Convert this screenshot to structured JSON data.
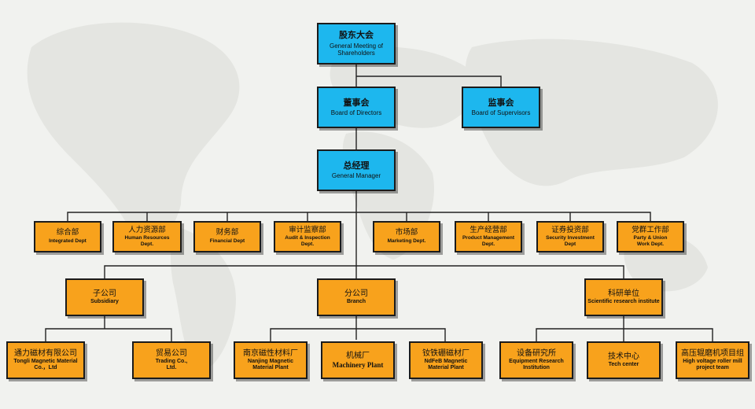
{
  "org_chart": {
    "shareholders": {
      "zh": "股东大会",
      "en": "General Meeting of Shareholders"
    },
    "board_directors": {
      "zh": "董事会",
      "en": "Board of Directors"
    },
    "board_supervisors": {
      "zh": "监事会",
      "en": "Board of Supervisors"
    },
    "general_manager": {
      "zh": "总经理",
      "en": "General Manager"
    },
    "departments": [
      {
        "zh": "综合部",
        "en": "Integrated Dept"
      },
      {
        "zh": "人力资源部",
        "en": "Human Resources Dept."
      },
      {
        "zh": "财务部",
        "en": "Financial Dept"
      },
      {
        "zh": "审计监察部",
        "en": "Audit & Inspection Dept."
      },
      {
        "zh": "市场部",
        "en": "Marketing Dept."
      },
      {
        "zh": "生产经营部",
        "en": "Product Management Dept."
      },
      {
        "zh": "证券投资部",
        "en": "Security Investment Dept"
      },
      {
        "zh": "党群工作部",
        "en": "Party & Union Work Dept."
      }
    ],
    "subsidiary": {
      "zh": "子公司",
      "en": "Subsidiary"
    },
    "branch": {
      "zh": "分公司",
      "en": "Branch"
    },
    "research": {
      "zh": "科研单位",
      "en": "Scientific research institute"
    },
    "units": [
      {
        "zh": "通力磁材有限公司",
        "en": "Tongli Magnetic Material Co.，Ltd"
      },
      {
        "zh": "贸易公司",
        "en": "Trading Co., Ltd."
      },
      {
        "zh": "南京磁性材料厂",
        "en": "Nanjing Magnetic Material Plant"
      },
      {
        "zh": "机械厂",
        "en": "Machinery Plant"
      },
      {
        "zh": "钕铁硼磁材厂",
        "en": "NdFeB Magnetic Material Plant"
      },
      {
        "zh": "设备研究所",
        "en": "Equipment Research Institution"
      },
      {
        "zh": "技术中心",
        "en": "Tech center"
      },
      {
        "zh": "高压辊磨机项目组",
        "en": "High voltage roller mill project team"
      }
    ]
  }
}
